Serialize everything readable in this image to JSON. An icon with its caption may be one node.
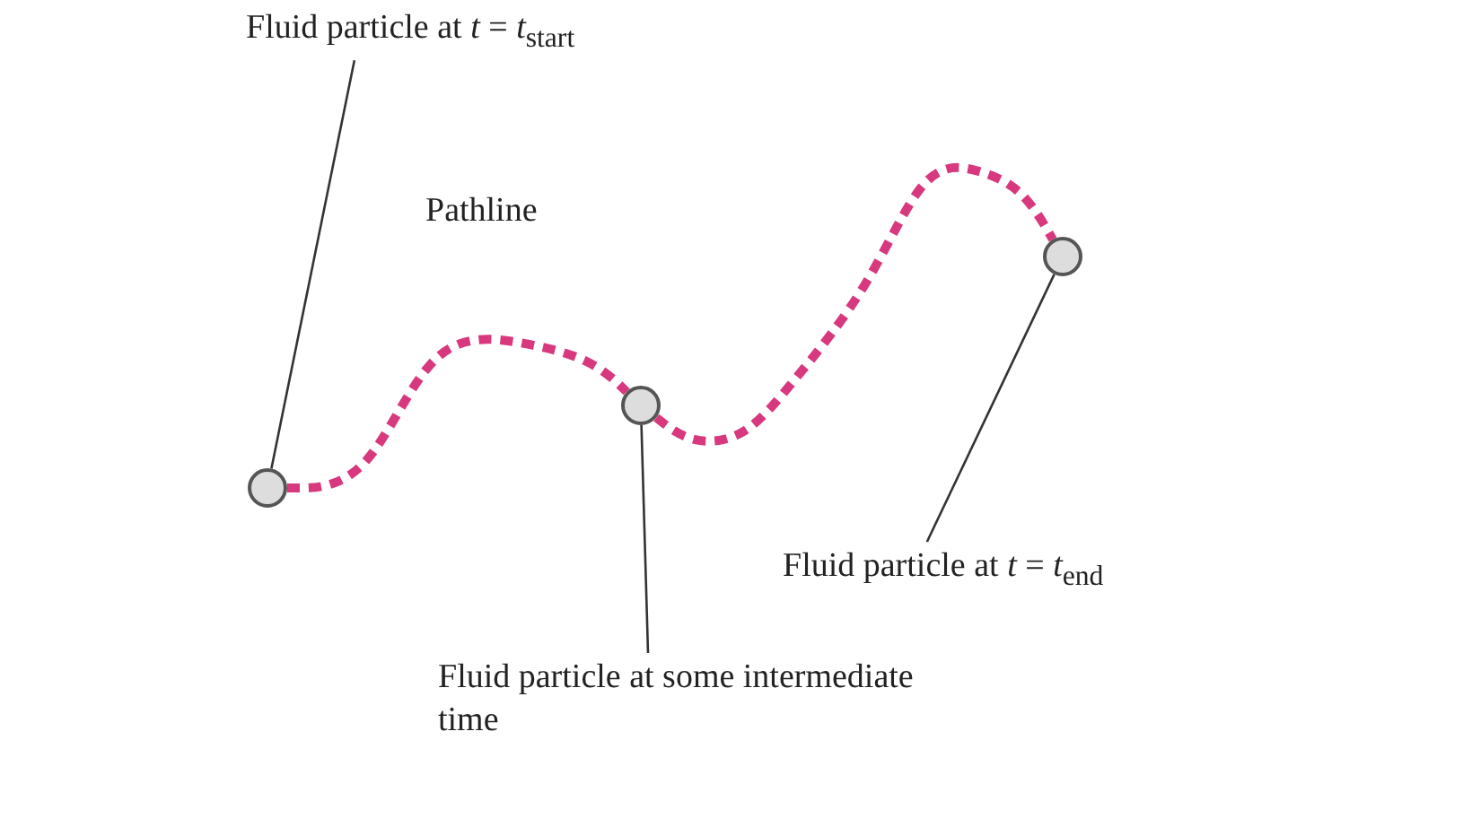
{
  "diagram": {
    "nodes": [
      {
        "text": [
          "Fluid particle at *t* = *t*$_{start}$"
        ]
      },
      {
        "text": [],
        "shape": "circle"
      },
      {
        "text": [],
        "shape": "circle"
      },
      {
        "text": [],
        "shape": "circle"
      },
      {
        "text": [
          "Fluid particle at *t* = *t*$_{end}$"
        ]
      },
      {
        "text": [
          "Fluid particle at some intermediate time"
        ]
      }
    ],
    "edges": [
      {
        "from": 0,
        "to": 1,
        "arrow": "none"
      },
      {
        "from": 1,
        "to": 2,
        "arrow": "none",
        "style": "dashed",
        "color": "#d8387e"
      },
      {
        "from": 2,
        "to": 3,
        "arrow": "none",
        "style": "dashed",
        "color": "#d8387e"
      },
      {
        "from": 4,
        "to": 3,
        "arrow": "none"
      },
      {
        "from": 5,
        "to": 2,
        "arrow": "none"
      }
    ],
    "labels": [
      "Pathline"
    ]
  }
}
